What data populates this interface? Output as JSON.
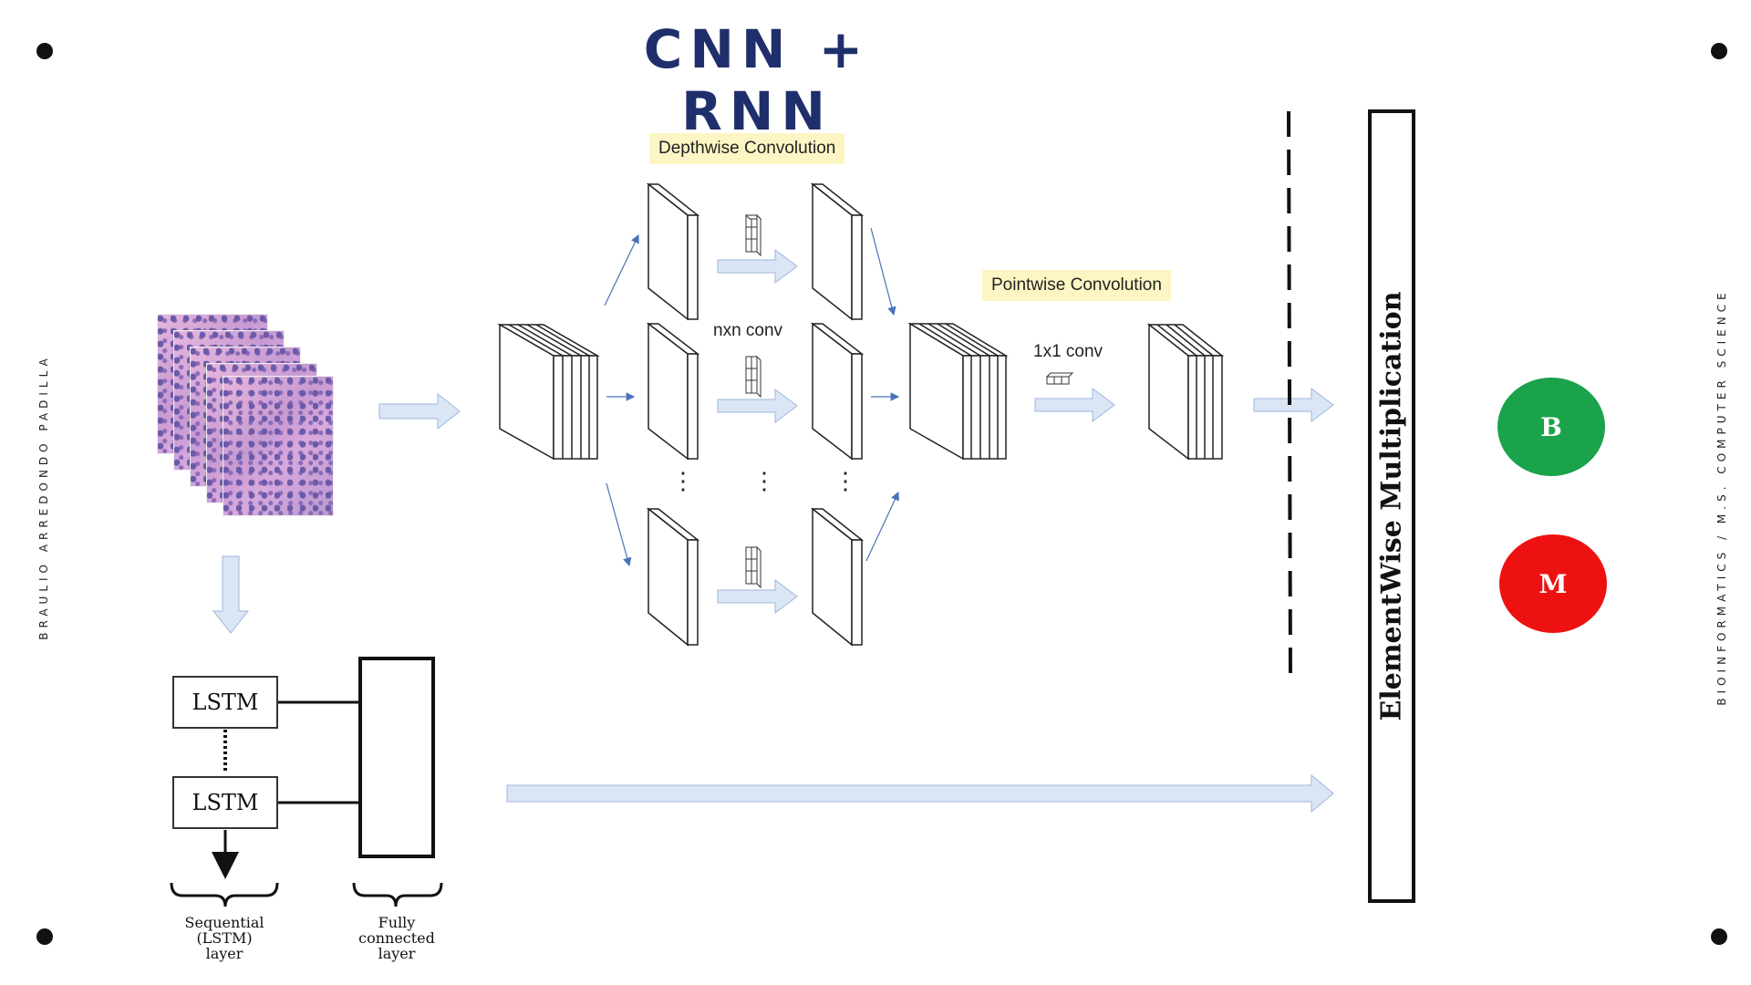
{
  "title": "CNN + RNN",
  "author": "BRAULIO ARREDONDO PADILLA",
  "program": "BIOINFORMATICS / M.S. COMPUTER SCIENCE",
  "depthwise_label": "Depthwise Convolution",
  "pointwise_label": "Pointwise Convolution",
  "nxn_label": "nxn conv",
  "onebyone_label": "1x1 conv",
  "elementwise_label": "ElementWise Multiplication",
  "class_b": "B",
  "class_m": "M",
  "lstm_top": "LSTM",
  "lstm_bottom": "LSTM",
  "caption_sequential": [
    "Sequential",
    "(LSTM)",
    "layer"
  ],
  "caption_fc": [
    "Fully",
    "connected",
    "layer"
  ],
  "colors": {
    "title": "#1f2f6b",
    "arrow_fill": "#dbe6f5",
    "arrow_stroke": "#9db6da",
    "label_bg": "#fdf6c4",
    "class_b": "#1aa34a",
    "class_m": "#ee1111"
  }
}
